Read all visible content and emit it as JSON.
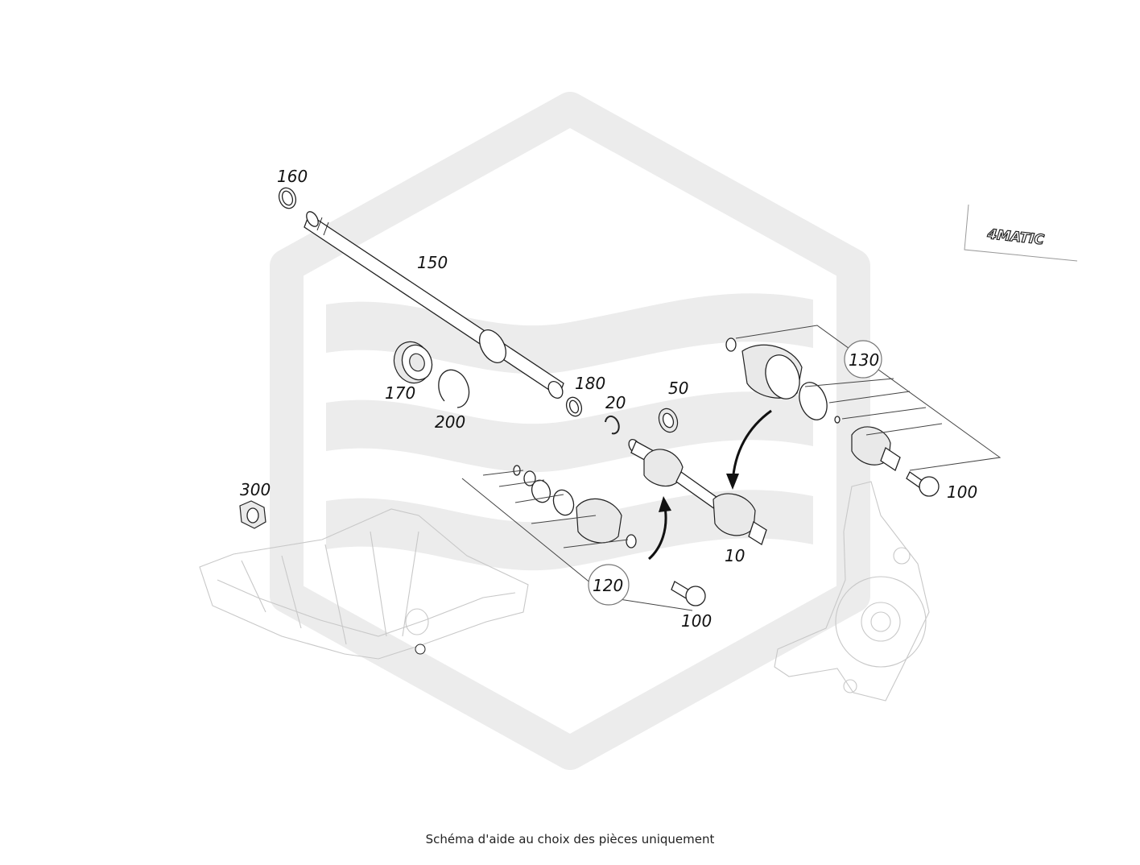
{
  "caption": "Schéma d'aide au choix des pièces uniquement",
  "badge": {
    "text": "4MATIC"
  },
  "callouts": {
    "c160": "160",
    "c150": "150",
    "c170": "170",
    "c200": "200",
    "c180": "180",
    "c20": "20",
    "c50": "50",
    "c130": "130",
    "c100_right": "100",
    "c300": "300",
    "c120": "120",
    "c100_bottom": "100",
    "c10": "10"
  },
  "colors": {
    "watermark": "#ececec",
    "line": "#222222"
  }
}
